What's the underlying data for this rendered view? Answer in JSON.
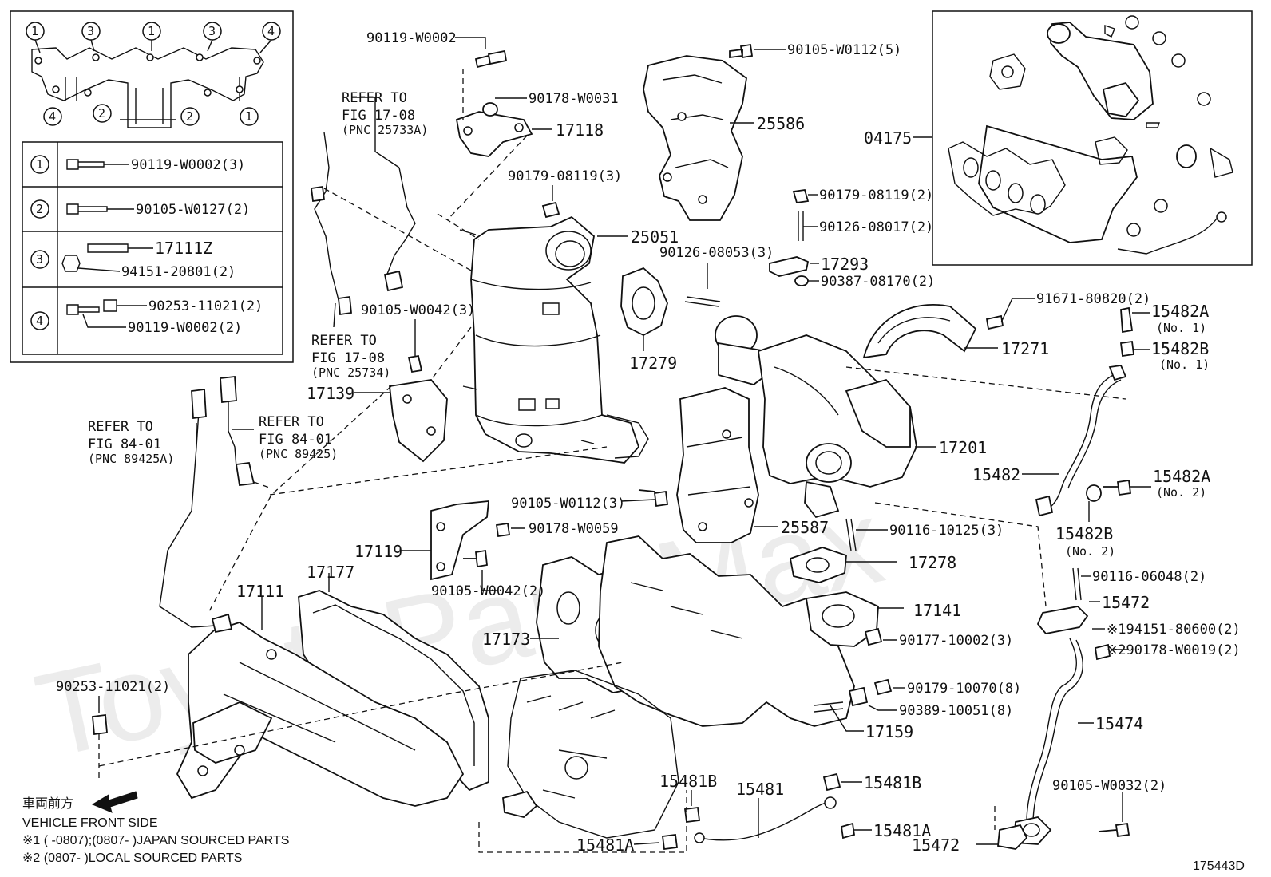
{
  "diagram_id": "175443D",
  "watermark": "ToyotaPartsMax",
  "legend": {
    "header_numbers": [
      "1",
      "3",
      "1",
      "3",
      "4"
    ],
    "bottom_numbers": [
      "4",
      "2",
      "2",
      "1"
    ],
    "rows": [
      {
        "num": "1",
        "parts": [
          "90119-W0002(3)"
        ]
      },
      {
        "num": "2",
        "parts": [
          "90105-W0127(2)"
        ]
      },
      {
        "num": "3",
        "parts": [
          "17111Z",
          "94151-20801(2)"
        ]
      },
      {
        "num": "4",
        "parts": [
          "90253-11021(2)",
          "90119-W0002(2)"
        ]
      }
    ]
  },
  "refer_notes": [
    {
      "line1": "REFER TO",
      "line2": "FIG 17-08",
      "line3": "(PNC 25733A)"
    },
    {
      "line1": "REFER TO",
      "line2": "FIG 17-08",
      "line3": "(PNC 25734)"
    },
    {
      "line1": "REFER TO",
      "line2": "FIG 84-01",
      "line3": "(PNC 89425A)"
    },
    {
      "line1": "REFER TO",
      "line2": "FIG 84-01",
      "line3": "(PNC 89425)"
    }
  ],
  "callouts": {
    "p90119_W0002": "90119-W0002",
    "p90178_W0031": "90178-W0031",
    "p17118": "17118",
    "p90179_08119_3": "90179-08119(3)",
    "p25051": "25051",
    "p90105_W0112_5": "90105-W0112(5)",
    "p25586": "25586",
    "p04175": "04175",
    "p90179_08119_2": "90179-08119(2)",
    "p90126_08017": "90126-08017(2)",
    "p90126_08053": "90126-08053(3)",
    "p17293": "17293",
    "p90387": "90387-08170(2)",
    "p91671": "91671-80820(2)",
    "p15482A_1": "15482A",
    "p15482A_1_no": "(No. 1)",
    "p15482B_1": "15482B",
    "p15482B_1_no": "(No. 1)",
    "p17271": "17271",
    "p17279": "17279",
    "p90105_W0042_3": "90105-W0042(3)",
    "p17139": "17139",
    "p17201": "17201",
    "p15482": "15482",
    "p15482A_2": "15482A",
    "p15482A_2_no": "(No. 2)",
    "p15482B_2": "15482B",
    "p15482B_2_no": "(No. 2)",
    "p90105_W0112_3": "90105-W0112(3)",
    "p90178_W0059": "90178-W0059",
    "p25587": "25587",
    "p90116_10125": "90116-10125(3)",
    "p17119": "17119",
    "p17177": "17177",
    "p17278": "17278",
    "p90116_06048": "90116-06048(2)",
    "p17111": "17111",
    "p90105_W0042_2": "90105-W0042(2)",
    "p15472_top": "15472",
    "p17141": "17141",
    "p94151_80600": "※194151-80600(2)",
    "p17173": "17173",
    "p90177": "90177-10002(3)",
    "p90178_W0019": "※290178-W0019(2)",
    "p90179_10070": "90179-10070(8)",
    "p90389": "90389-10051(8)",
    "p15474": "15474",
    "p17159": "17159",
    "p90253_11021": "90253-11021(2)",
    "p15481B_left": "15481B",
    "p15481": "15481",
    "p15481B_right": "15481B",
    "p90105_W0032": "90105-W0032(2)",
    "p15481A_right": "15481A",
    "p15481A_left": "15481A",
    "p15472_bottom": "15472"
  },
  "front_side": {
    "jp": "車両前方",
    "en": "VEHICLE FRONT SIDE"
  },
  "footnotes": [
    "※1 (      -0807);(0807-      )JAPAN SOURCED PARTS",
    "※2 (0807-      )LOCAL SOURCED PARTS"
  ]
}
